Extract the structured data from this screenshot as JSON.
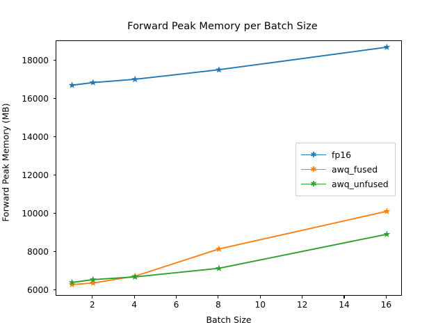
{
  "chart_data": {
    "type": "line",
    "title": "Forward Peak Memory per Batch Size",
    "xlabel": "Batch Size",
    "ylabel": "Forward Peak Memory (MB)",
    "x": [
      1,
      2,
      4,
      8,
      16
    ],
    "xlim": [
      0.25,
      16.75
    ],
    "ylim": [
      5700,
      19050
    ],
    "xticks": [
      2,
      4,
      6,
      8,
      10,
      12,
      14,
      16
    ],
    "xtick_labels": [
      "2",
      "4",
      "6",
      "8",
      "10",
      "12",
      "14",
      "16"
    ],
    "yticks": [
      6000,
      8000,
      10000,
      12000,
      14000,
      16000,
      18000
    ],
    "ytick_labels": [
      "6000",
      "8000",
      "10000",
      "12000",
      "14000",
      "16000",
      "18000"
    ],
    "grid": false,
    "legend_position": "center right",
    "marker": "star",
    "series": [
      {
        "name": "fp16",
        "color": "#1f77b4",
        "values": [
          16740,
          16880,
          17050,
          17550,
          18730
        ]
      },
      {
        "name": "awq_fused",
        "color": "#ff7f0e",
        "values": [
          6320,
          6400,
          6760,
          8180,
          10150
        ]
      },
      {
        "name": "awq_unfused",
        "color": "#2ca02c",
        "values": [
          6430,
          6580,
          6720,
          7170,
          8950
        ]
      }
    ]
  },
  "legend": {
    "entries": [
      {
        "label": "fp16"
      },
      {
        "label": "awq_fused"
      },
      {
        "label": "awq_unfused"
      }
    ]
  }
}
